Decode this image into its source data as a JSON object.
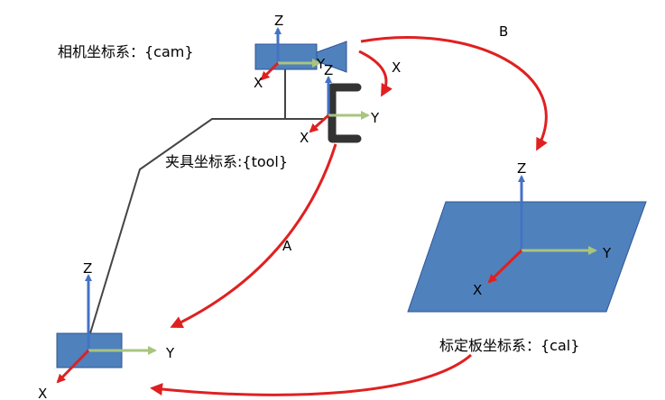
{
  "frames": {
    "camera": {
      "label": "相机坐标系：{cam}",
      "x": "X",
      "y": "Y",
      "z": "Z"
    },
    "tool": {
      "label": "夹具坐标系:{tool}",
      "x": "X",
      "y": "Y",
      "z": "Z"
    },
    "base": {
      "x": "X",
      "y": "Y",
      "z": "Z"
    },
    "calibration_board": {
      "label": "标定板坐标系：{cal}",
      "x": "X",
      "y": "Y",
      "z": "Z"
    }
  },
  "transforms": {
    "A": "A",
    "B": "B",
    "X": "X"
  },
  "colors": {
    "z_axis": "#4472C4",
    "y_axis": "#A9C47F",
    "x_axis": "#E02020",
    "transform_arrow": "#E02020",
    "block_fill": "#4F81BD",
    "block_stroke": "#2F5597",
    "robot_arm": "#444444",
    "gripper": "#333333"
  }
}
